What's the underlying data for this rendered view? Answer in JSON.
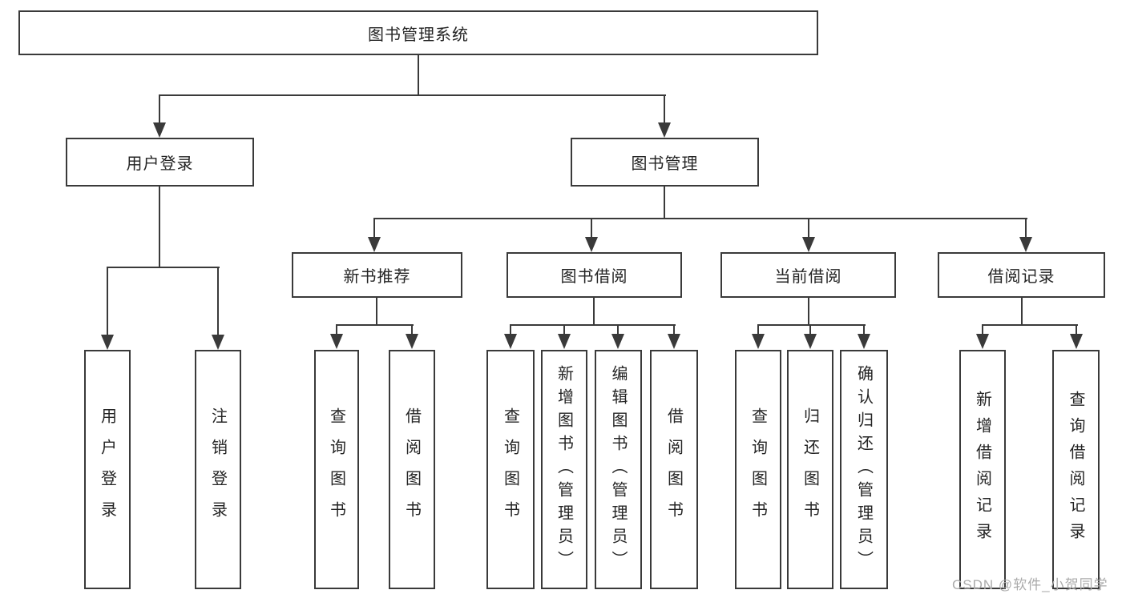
{
  "tree": {
    "root": "图书管理系统",
    "branches": [
      {
        "label": "用户登录",
        "children": [
          "用户登录",
          "注销登录"
        ]
      },
      {
        "label": "图书管理",
        "sections": [
          {
            "label": "新书推荐",
            "children": [
              "查询图书",
              "借阅图书"
            ]
          },
          {
            "label": "图书借阅",
            "children": [
              "查询图书",
              "新增图书（管理员）",
              "编辑图书（管理员）",
              "借阅图书"
            ]
          },
          {
            "label": "当前借阅",
            "children": [
              "查询图书",
              "归还图书",
              "确认归还（管理员）"
            ]
          },
          {
            "label": "借阅记录",
            "children": [
              "新增借阅记录",
              "查询借阅记录"
            ]
          }
        ]
      }
    ]
  },
  "watermark": "CSDN @软件_小贺同学",
  "colors": {
    "line": "#3a3a3a",
    "text": "#242424",
    "watermark": "#ababab",
    "background": "#ffffff"
  }
}
